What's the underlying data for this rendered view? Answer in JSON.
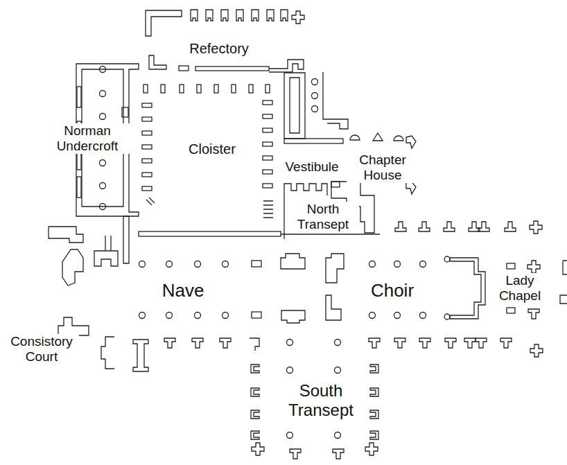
{
  "diagram": {
    "labels": [
      "Refectory",
      "Norman Undercroft",
      "Cloister",
      "Vestibule",
      "Chapter House",
      "North Transept",
      "Nave",
      "Choir",
      "Lady Chapel",
      "Consistory Court",
      "South Transept"
    ]
  }
}
